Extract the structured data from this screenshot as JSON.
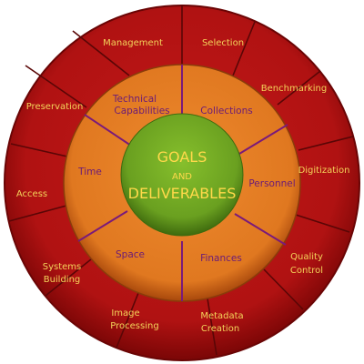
{
  "center": {
    "line1": "GOALS",
    "line2": "AND",
    "line3": "DELIVERABLES"
  },
  "middle_ring": {
    "technical_l1": "Technical",
    "technical_l2": "Capabilities",
    "collections": "Collections",
    "personnel": "Personnel",
    "finances": "Finances",
    "space": "Space",
    "time": "Time"
  },
  "outer_ring": {
    "management": "Management",
    "selection": "Selection",
    "benchmarking": "Benchmarking",
    "digitization": "Digitization",
    "quality_l1": "Quality",
    "quality_l2": "Control",
    "metadata_l1": "Metadata",
    "metadata_l2": "Creation",
    "image_l1": "Image",
    "image_l2": "Processing",
    "systems_l1": "Systems",
    "systems_l2": "Building",
    "access": "Access",
    "preservation": "Preservation"
  },
  "colors": {
    "outer_ring": "#b01212",
    "outer_ring_dark": "#7a0606",
    "middle_ring": "#e07820",
    "middle_ring_dark": "#a8480c",
    "center": "#6aa020",
    "center_dark": "#3e6a0e",
    "outer_text": "#f3d35a",
    "middle_text": "#6a1b78",
    "divider_middle": "#7a1a7a",
    "divider_outer": "#5a0606"
  }
}
